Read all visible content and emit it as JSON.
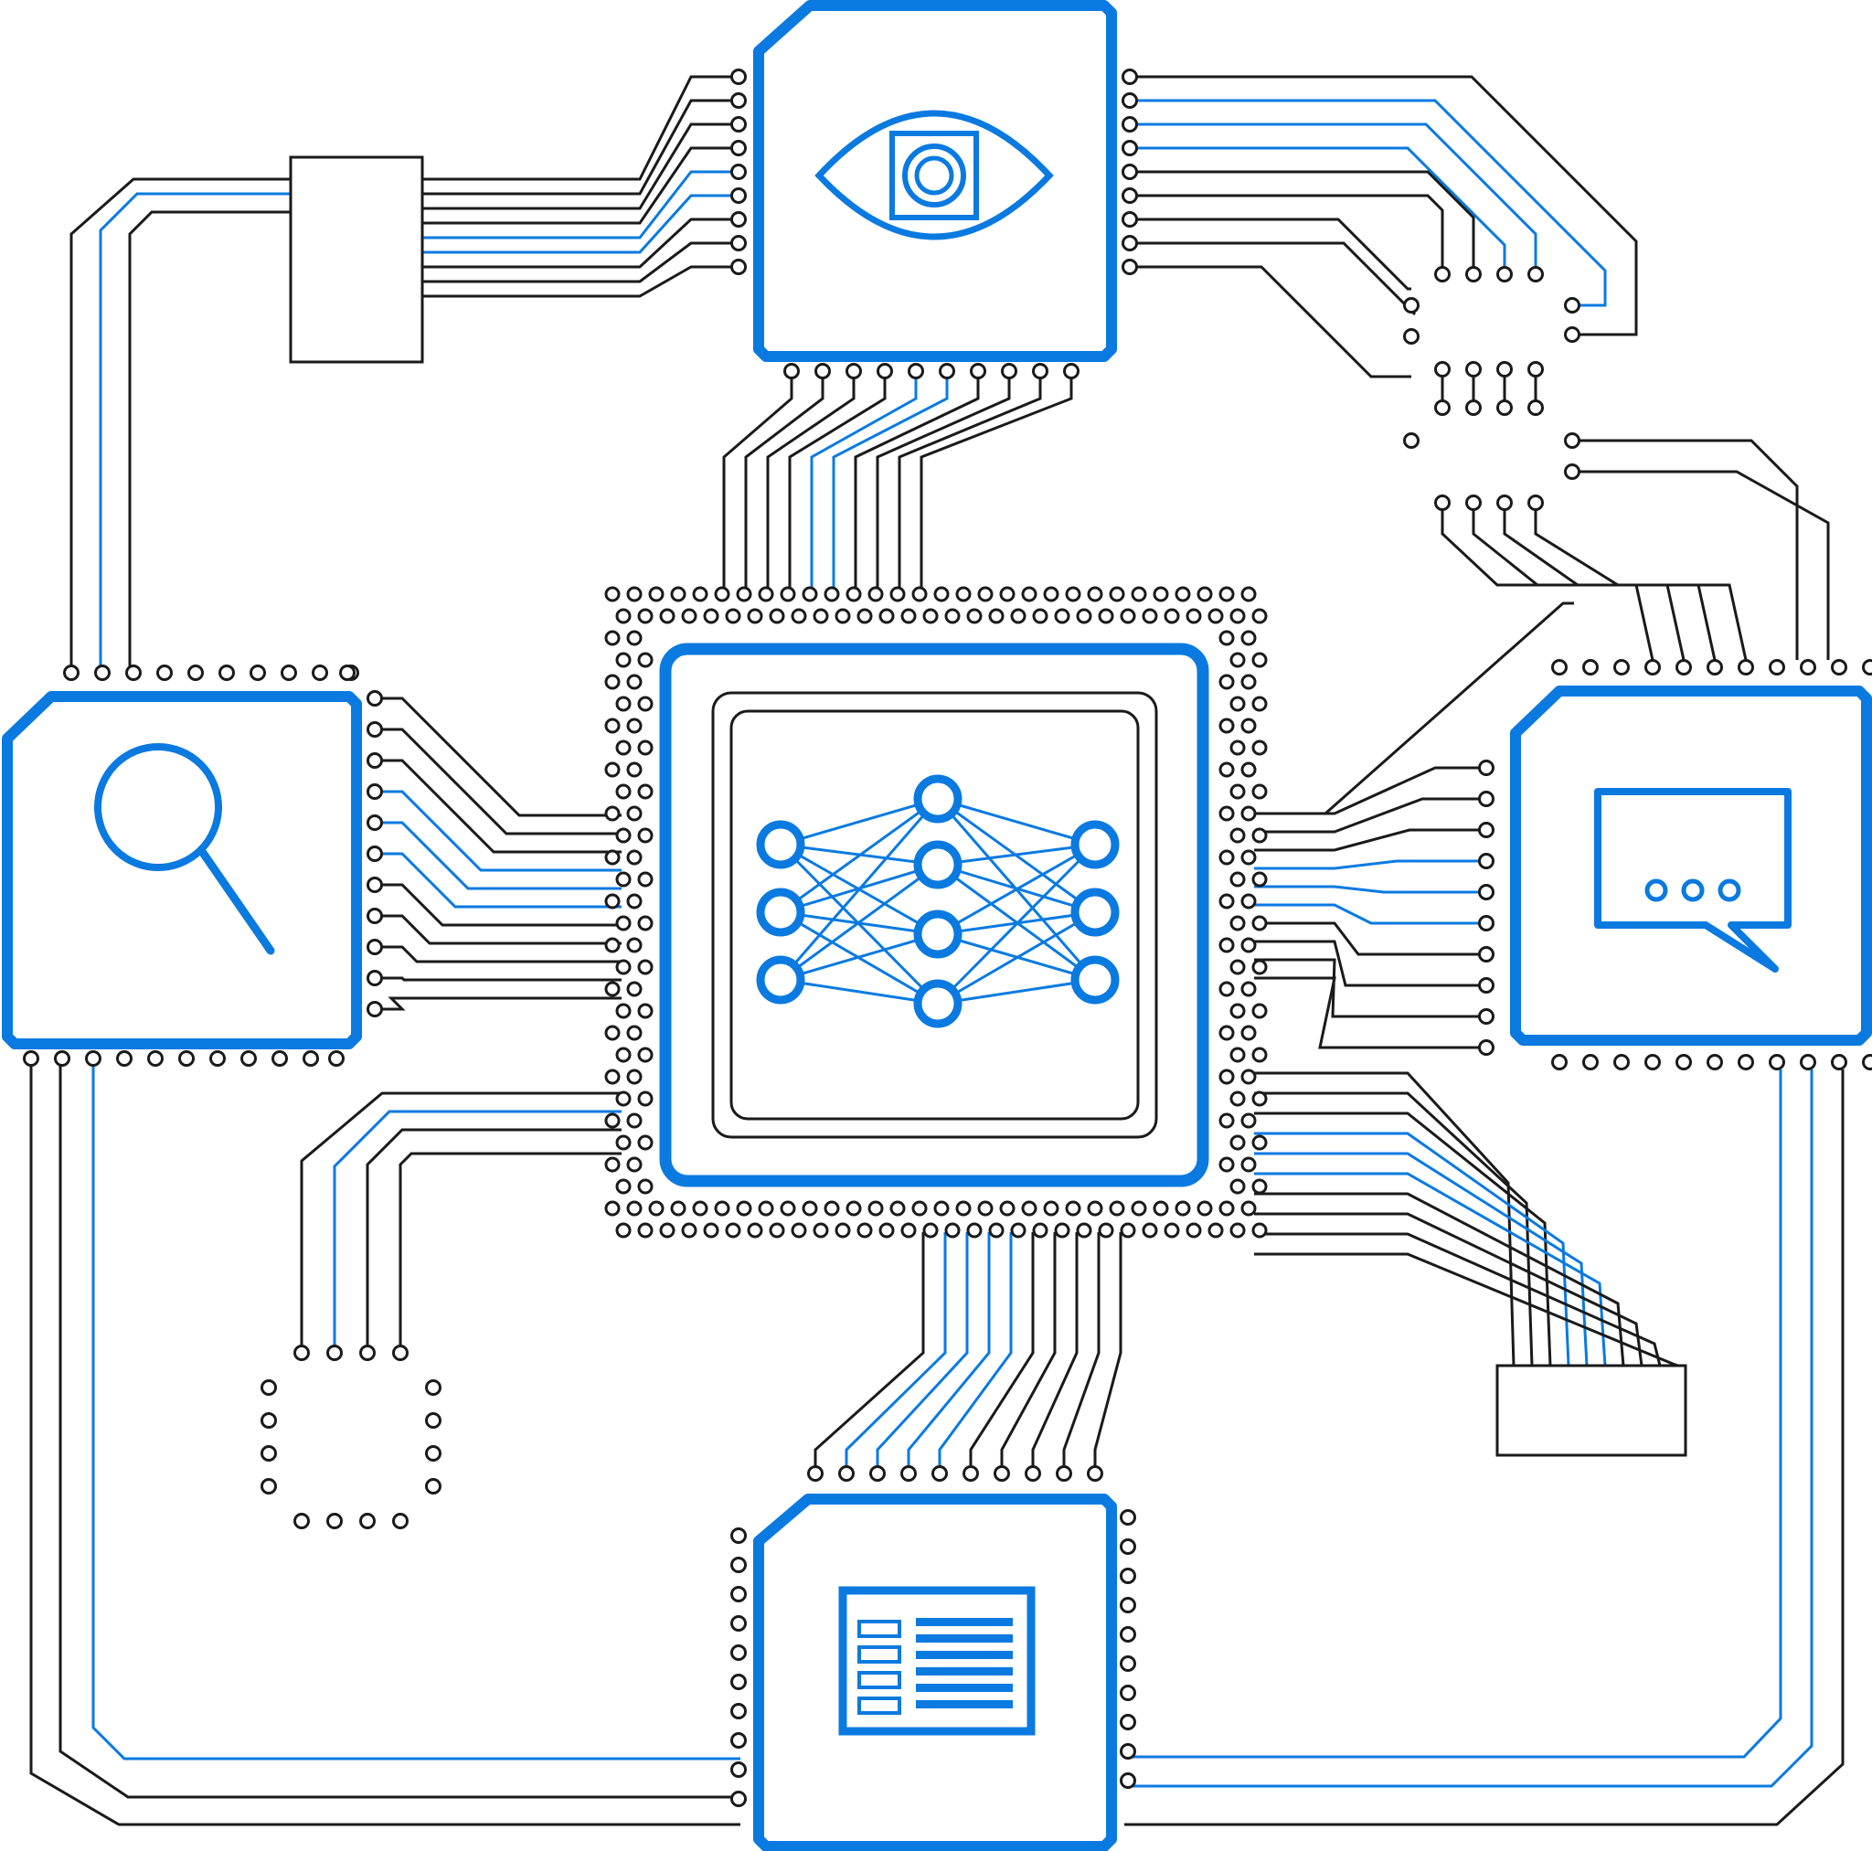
{
  "colors": {
    "accent": "#0a7ae0",
    "trace": "#1a1a1a",
    "background": "#ffffff"
  },
  "modules": [
    {
      "name": "central-neural-network-chip",
      "icon": "neural-network-icon"
    },
    {
      "name": "vision-module",
      "icon": "eye-icon"
    },
    {
      "name": "search-module",
      "icon": "magnifier-icon"
    },
    {
      "name": "chat-module",
      "icon": "chat-bubble-icon"
    },
    {
      "name": "document-module",
      "icon": "form-document-icon"
    }
  ],
  "connectors": [
    {
      "name": "top-left-connector"
    },
    {
      "name": "bottom-right-connector"
    }
  ]
}
